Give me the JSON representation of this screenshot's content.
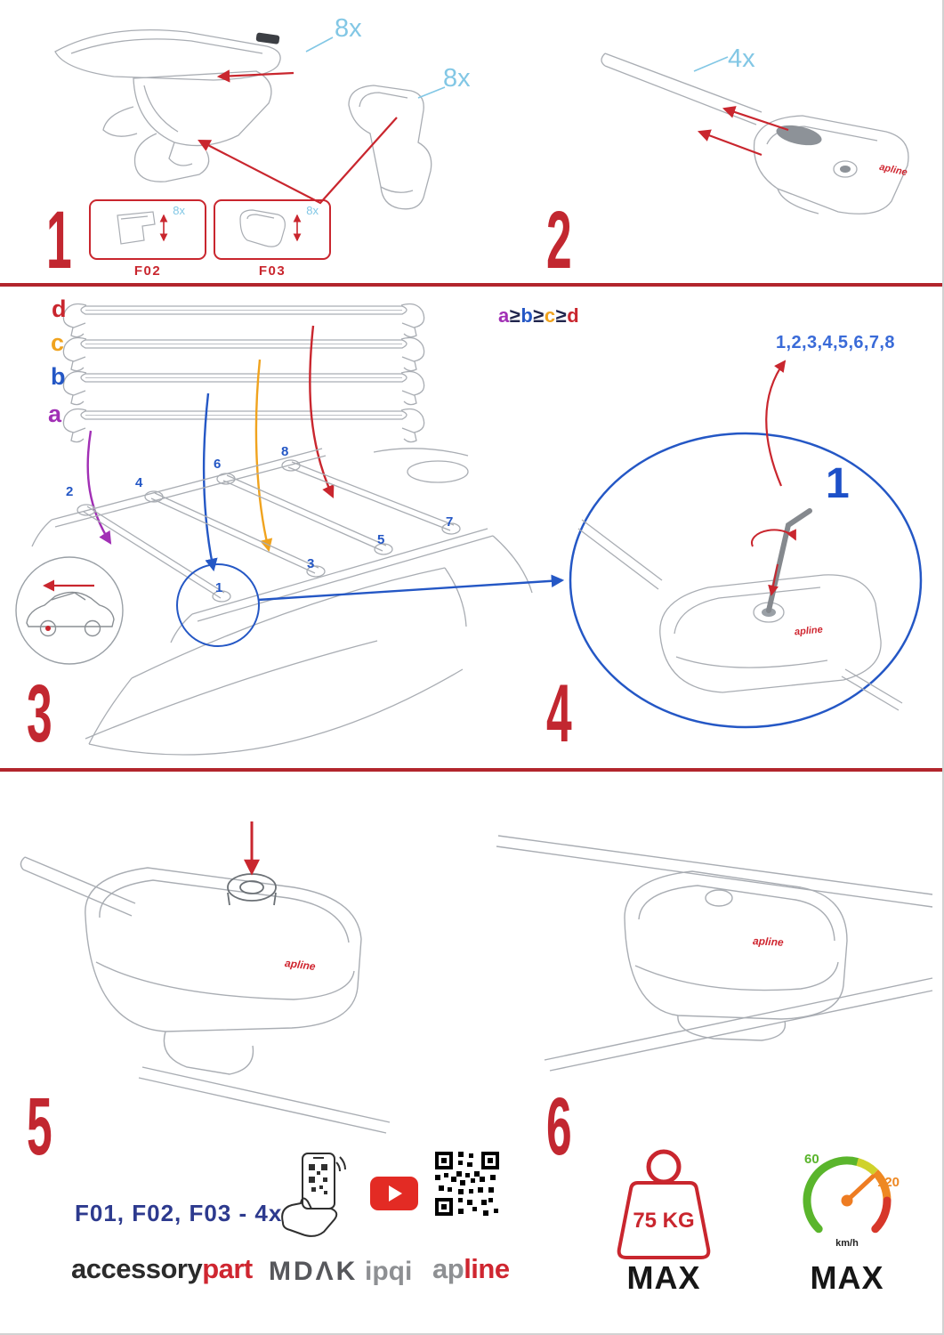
{
  "step1": {
    "number": "1",
    "qty_bar_clip": "8x",
    "qty_pad": "8x",
    "boxes": [
      {
        "label": "F02",
        "qty": "8x"
      },
      {
        "label": "F03",
        "qty": "8x"
      }
    ]
  },
  "step2": {
    "number": "2",
    "qty": "4x",
    "foot_brand": "apline"
  },
  "step3": {
    "number": "3",
    "bars": [
      {
        "label": "d"
      },
      {
        "label": "c"
      },
      {
        "label": "b"
      },
      {
        "label": "a"
      }
    ],
    "formula": {
      "a": "a",
      "op1": "≥",
      "b": "b",
      "op2": "≥",
      "c": "c",
      "op3": "≥",
      "d": "d"
    },
    "positions": [
      "1",
      "2",
      "3",
      "4",
      "5",
      "6",
      "7",
      "8"
    ]
  },
  "step4": {
    "number": "4",
    "sequence": "1,2,3,4,5,6,7,8",
    "callout_number": "1",
    "foot_brand": "apline"
  },
  "step5": {
    "number": "5",
    "parts_list": "F01, F02, F03 - 4x",
    "foot_brand": "apline"
  },
  "step6": {
    "number": "6",
    "foot_brand": "apline",
    "weight_limit": "75 KG",
    "weight_max_label": "MAX",
    "speed_low": "60",
    "speed_high": "120",
    "speed_unit": "km/h",
    "speed_max_label": "MAX"
  },
  "brands": {
    "accessory": "accessory",
    "part": "part",
    "mdak": "MDΛK",
    "ipqi": "ipqi",
    "apline_prefix": "ap",
    "apline_suffix": "line"
  },
  "colors": {
    "accent_red": "#c9262e",
    "label_cyan": "#82c7e5",
    "number_blue": "#2457c5",
    "letter_purple": "#a12fb5",
    "letter_orange": "#f0a31e",
    "parts_navy": "#2d3a8e",
    "gauge_green": "#5ab52c",
    "gauge_orange": "#ee8822"
  }
}
